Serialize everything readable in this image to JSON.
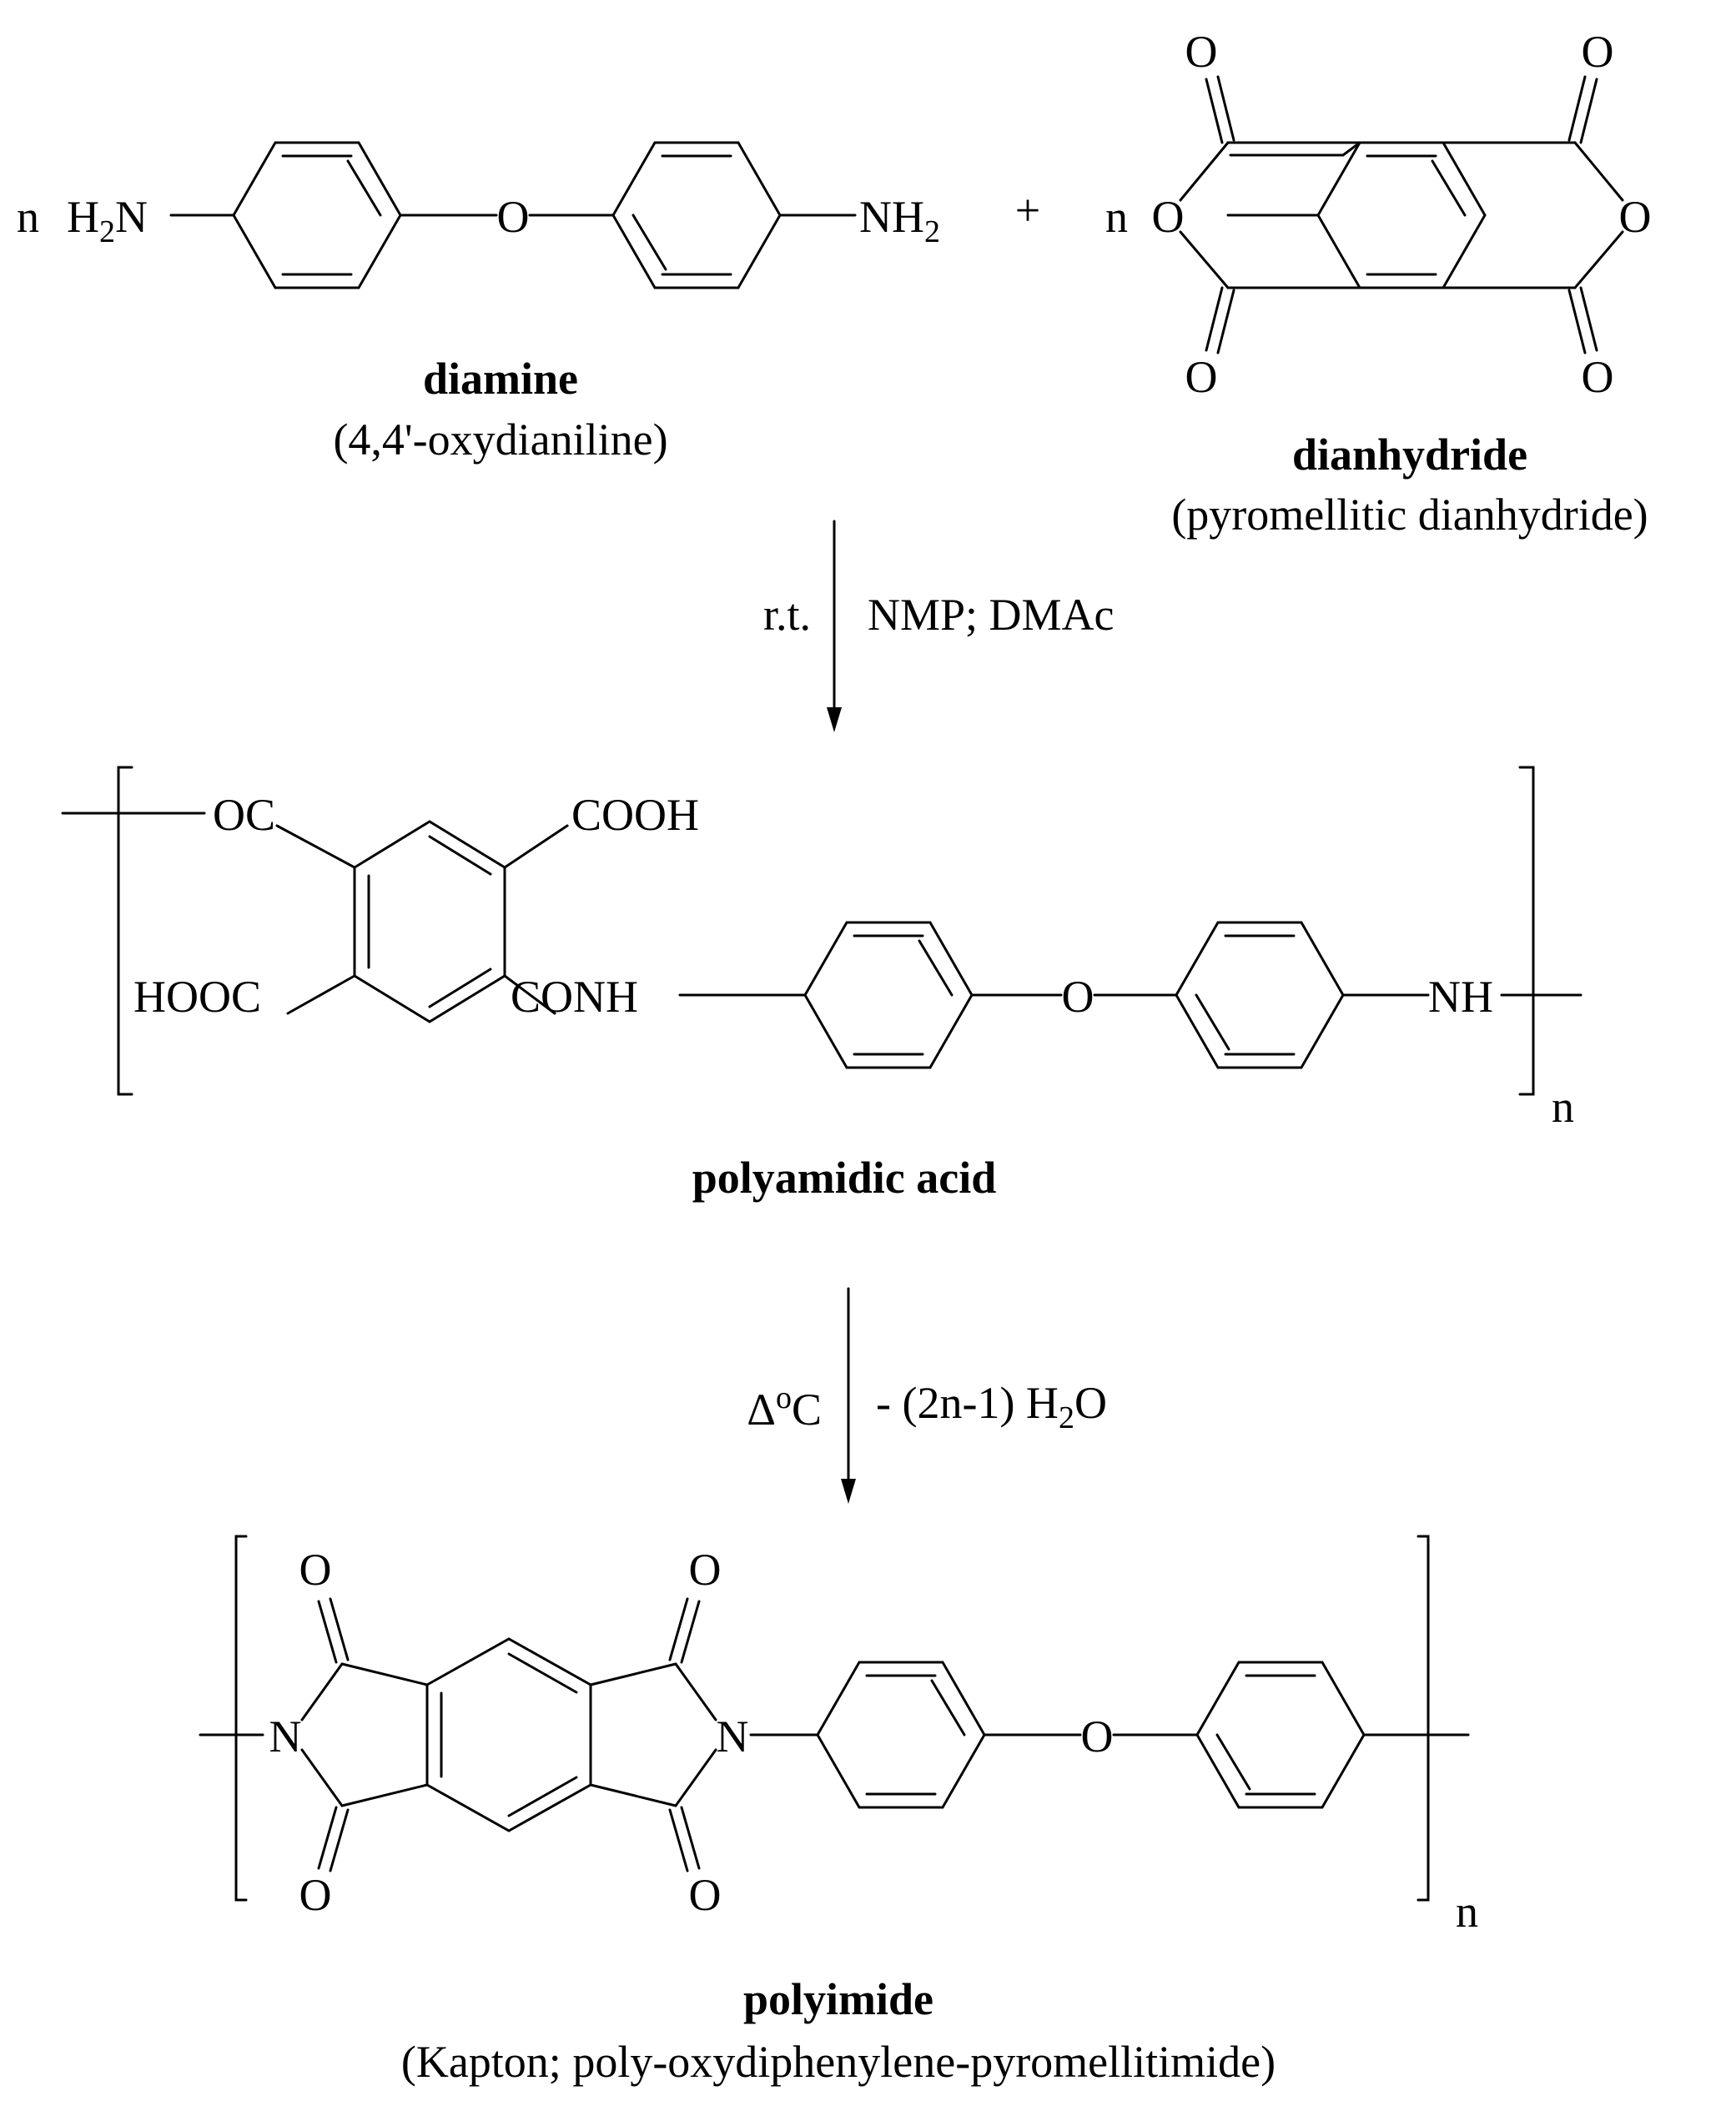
{
  "reactants": {
    "diamine": {
      "coefficient": "n",
      "left_group": "H",
      "left_group_sub": "2",
      "left_group_n": "N",
      "bridge": "O",
      "right_group": "NH",
      "right_group_sub": "2",
      "name": "diamine",
      "full_name": "(4,4'-oxydianiline)"
    },
    "plus": "+",
    "dianhydride": {
      "coefficient": "n",
      "ring_o": "O",
      "carbonyl_o": "O",
      "name": "dianhydride",
      "full_name": "(pyromellitic dianhydride)"
    }
  },
  "step1": {
    "left_condition": "r.t.",
    "right_condition": "NMP; DMAc"
  },
  "intermediate": {
    "oc": "OC",
    "cooh": "COOH",
    "hooc": "HOOC",
    "conh": "CONH",
    "bridge": "O",
    "nh": "NH",
    "repeat": "n",
    "name": "polyamidic acid"
  },
  "step2": {
    "left_condition_delta": "Δ",
    "left_condition_deg": "o",
    "left_condition_c": "C",
    "right_condition_main": "- (2n-1) H",
    "right_condition_sub": "2",
    "right_condition_end": "O"
  },
  "product": {
    "n_atom": "N",
    "carbonyl_o": "O",
    "bridge": "O",
    "repeat": "n",
    "name": "polyimide",
    "full_name": "(Kapton; poly-oxydiphenylene-pyromellitimide)"
  }
}
